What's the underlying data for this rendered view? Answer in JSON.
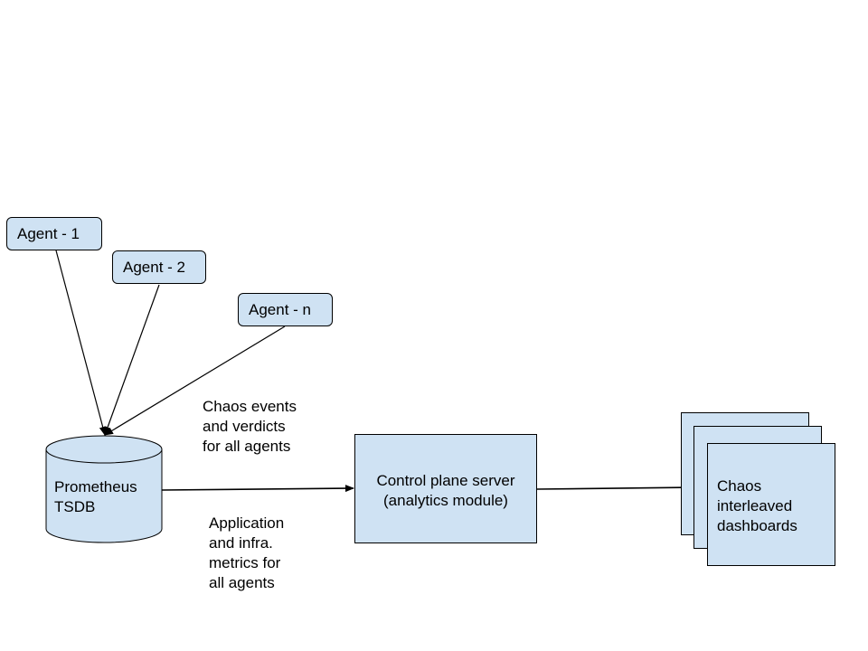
{
  "agents": [
    {
      "label": "Agent - 1"
    },
    {
      "label": "Agent - 2"
    },
    {
      "label": "Agent - n"
    }
  ],
  "database": {
    "lines": [
      "Prometheus",
      "TSDB"
    ]
  },
  "control_plane": {
    "lines": [
      "Control plane server",
      "(analytics module)"
    ]
  },
  "dashboards": {
    "lines": [
      "Chaos",
      "interleaved",
      "dashboards"
    ]
  },
  "edge_labels": {
    "chaos_events": [
      "Chaos events",
      "and verdicts",
      "for all agents"
    ],
    "metrics": [
      "Application",
      "and infra.",
      "metrics for",
      "all agents"
    ]
  },
  "colors": {
    "box_fill": "#cfe2f3",
    "stroke": "#000000"
  }
}
